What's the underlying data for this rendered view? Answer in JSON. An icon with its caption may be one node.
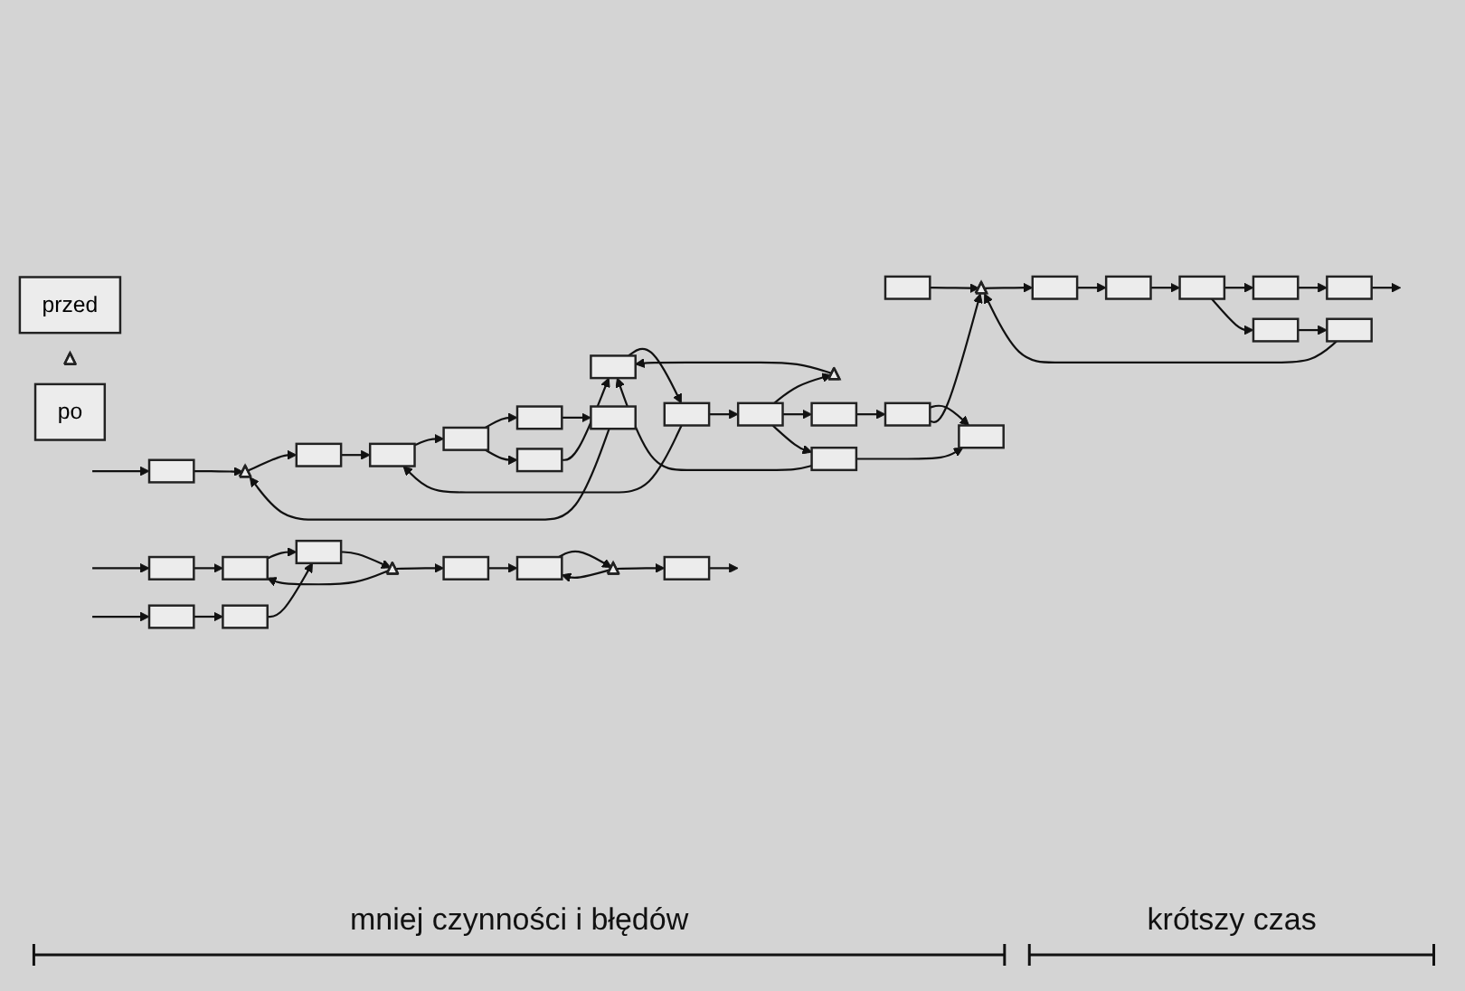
{
  "diagram": {
    "nodes": [
      {
        "text": [
          "przed"
        ]
      },
      {
        "text": [],
        "shape": "box"
      },
      {
        "text": [],
        "shape": "box"
      },
      {
        "text": [],
        "shape": "box"
      },
      {
        "text": [],
        "shape": "box"
      },
      {
        "text": [],
        "shape": "box"
      },
      {
        "text": [],
        "shape": "box"
      },
      {
        "text": [],
        "shape": "box"
      },
      {
        "text": [],
        "shape": "box"
      },
      {
        "text": [],
        "shape": "box"
      },
      {
        "text": [],
        "shape": "box"
      },
      {
        "text": [],
        "shape": "triangle"
      },
      {
        "text": [],
        "shape": "triangle"
      },
      {
        "text": [],
        "shape": "triangle"
      },
      {
        "text": [],
        "shape": "box"
      },
      {
        "text": [],
        "shape": "triangle"
      },
      {
        "text": [],
        "shape": "box"
      },
      {
        "text": [],
        "shape": "box"
      },
      {
        "text": [],
        "shape": "box"
      },
      {
        "text": [],
        "shape": "box"
      },
      {
        "text": [],
        "shape": "box"
      },
      {
        "text": [],
        "shape": "box"
      },
      {
        "text": [],
        "shape": "box"
      },
      {
        "text": [],
        "shape": "box"
      },
      {
        "text": [],
        "shape": "box"
      },
      {
        "text": [],
        "shape": "box"
      },
      {
        "text": [],
        "shape": "box"
      },
      {
        "text": [
          "po"
        ]
      },
      {
        "text": [],
        "shape": "box"
      },
      {
        "text": [],
        "shape": "box"
      },
      {
        "text": [],
        "shape": "box"
      },
      {
        "text": [],
        "shape": "box"
      },
      {
        "text": [],
        "shape": "box"
      },
      {
        "text": [],
        "shape": "triangle"
      },
      {
        "text": [],
        "shape": "box"
      },
      {
        "text": [],
        "shape": "box"
      },
      {
        "text": [],
        "shape": "triangle"
      },
      {
        "text": [],
        "shape": "box"
      }
    ],
    "edges": [
      {
        "from": null,
        "to": 1,
        "arrow": "to"
      },
      {
        "from": 1,
        "to": 11,
        "arrow": "to"
      },
      {
        "from": 17,
        "to": 11,
        "arrow": "to"
      },
      {
        "from": 11,
        "to": 2,
        "arrow": "to"
      },
      {
        "from": 2,
        "to": 3,
        "arrow": "to"
      },
      {
        "from": 4,
        "to": 3,
        "arrow": "to"
      },
      {
        "from": 4,
        "to": 5,
        "arrow": "to"
      },
      {
        "from": 3,
        "to": 19,
        "arrow": "to"
      },
      {
        "from": 19,
        "to": 18,
        "arrow": "to"
      },
      {
        "from": 18,
        "to": 17,
        "arrow": "to"
      },
      {
        "from": 19,
        "to": 20,
        "arrow": "to"
      },
      {
        "from": 20,
        "to": 21,
        "arrow": "to"
      },
      {
        "from": 21,
        "to": 4,
        "arrow": "to"
      },
      {
        "from": 5,
        "to": 13,
        "arrow": "to"
      },
      {
        "from": 13,
        "to": 21,
        "arrow": "to"
      },
      {
        "from": 22,
        "to": 21,
        "arrow": "to"
      },
      {
        "from": 5,
        "to": 6,
        "arrow": "to"
      },
      {
        "from": 5,
        "to": 22,
        "arrow": "to"
      },
      {
        "from": 22,
        "to": 23,
        "arrow": "to"
      },
      {
        "from": 6,
        "to": 14,
        "arrow": "to"
      },
      {
        "from": 14,
        "to": 23,
        "arrow": "to"
      },
      {
        "from": 14,
        "to": 15,
        "arrow": "to"
      },
      {
        "from": 7,
        "to": 15,
        "arrow": "to"
      },
      {
        "from": 24,
        "to": 15,
        "arrow": "to"
      },
      {
        "from": 15,
        "to": 16,
        "arrow": "to"
      },
      {
        "from": 16,
        "to": 8,
        "arrow": "to"
      },
      {
        "from": 8,
        "to": 9,
        "arrow": "to"
      },
      {
        "from": 9,
        "to": 10,
        "arrow": "to"
      },
      {
        "from": 9,
        "to": 25,
        "arrow": "to"
      },
      {
        "from": 10,
        "to": 26,
        "arrow": "to"
      },
      {
        "from": 25,
        "to": 24,
        "arrow": "to"
      },
      {
        "from": 26,
        "to": null,
        "arrow": "to"
      },
      {
        "from": null,
        "to": 28,
        "arrow": "to"
      },
      {
        "from": null,
        "to": 30,
        "arrow": "to"
      },
      {
        "from": 28,
        "to": 29,
        "arrow": "to"
      },
      {
        "from": 29,
        "to": 32,
        "arrow": "to"
      },
      {
        "from": 30,
        "to": 31,
        "arrow": "to"
      },
      {
        "from": 31,
        "to": 32,
        "arrow": "to"
      },
      {
        "from": 32,
        "to": 33,
        "arrow": "to"
      },
      {
        "from": 33,
        "to": 29,
        "arrow": "to"
      },
      {
        "from": 33,
        "to": 34,
        "arrow": "to"
      },
      {
        "from": 34,
        "to": 35,
        "arrow": "to"
      },
      {
        "from": 35,
        "to": 36,
        "arrow": "to"
      },
      {
        "from": 36,
        "to": 35,
        "arrow": "to"
      },
      {
        "from": 36,
        "to": 37,
        "arrow": "to"
      },
      {
        "from": 37,
        "to": null,
        "arrow": "to"
      }
    ],
    "labels": [
      "mniej czynności i błędów",
      "krótszy czas"
    ]
  }
}
